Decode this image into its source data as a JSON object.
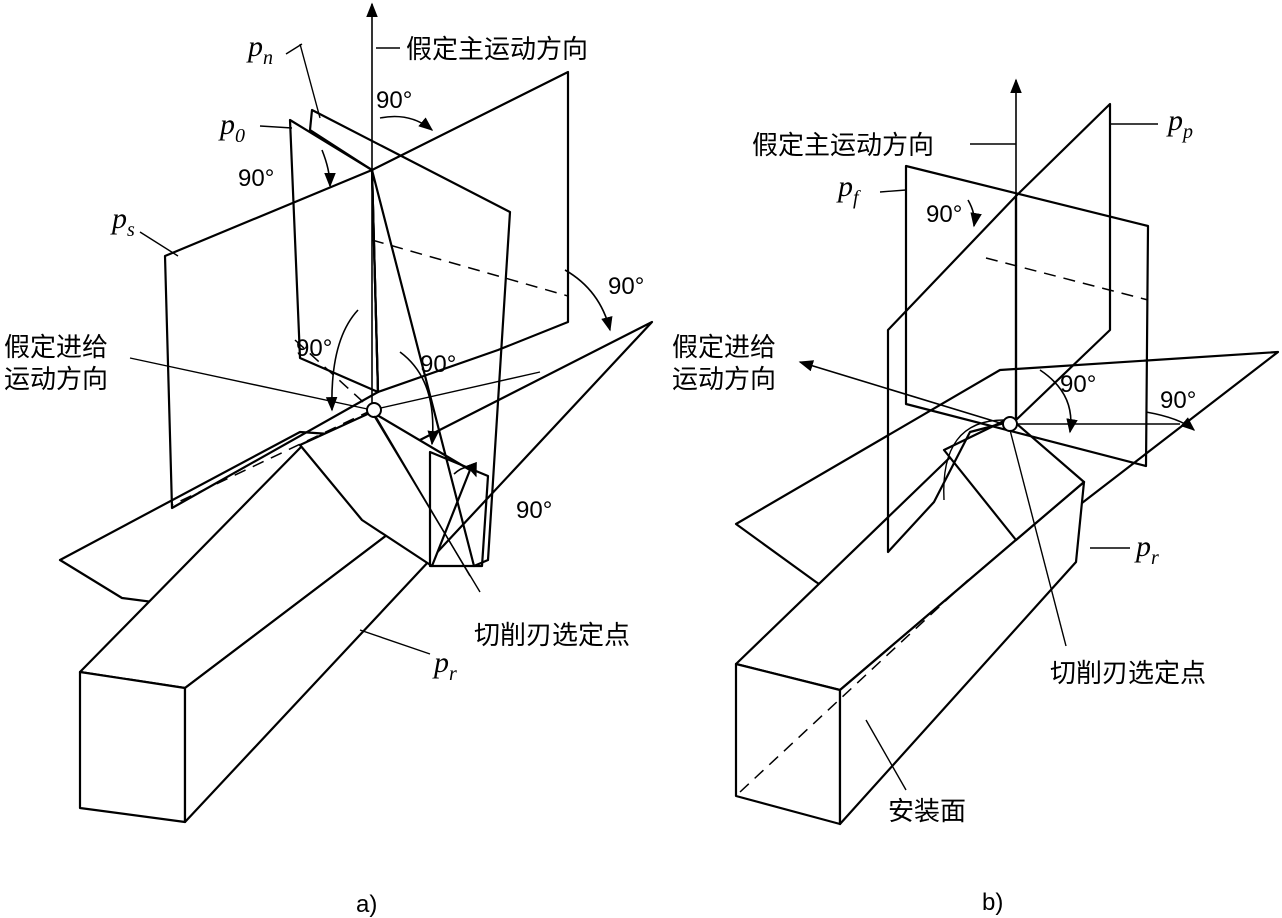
{
  "panel_a": {
    "caption": "a)",
    "labels": {
      "pn": "p",
      "pn_sub": "n",
      "p0": "p",
      "p0_sub": "0",
      "ps": "p",
      "ps_sub": "s",
      "pr": "p",
      "pr_sub": "r",
      "main_motion": "假定主运动方向",
      "feed_line1": "假定进给",
      "feed_line2": "运动方向",
      "selected_point": "切削刃选定点"
    },
    "angles": [
      "90°",
      "90°",
      "90°",
      "90°",
      "90°",
      "90°"
    ]
  },
  "panel_b": {
    "caption": "b)",
    "labels": {
      "pp": "p",
      "pp_sub": "p",
      "pf": "p",
      "pf_sub": "f",
      "pr": "p",
      "pr_sub": "r",
      "main_motion": "假定主运动方向",
      "feed_line1": "假定进给",
      "feed_line2": "运动方向",
      "selected_point": "切削刃选定点",
      "mount_face": "安装面"
    },
    "angles": [
      "90°",
      "90°",
      "90°"
    ]
  }
}
